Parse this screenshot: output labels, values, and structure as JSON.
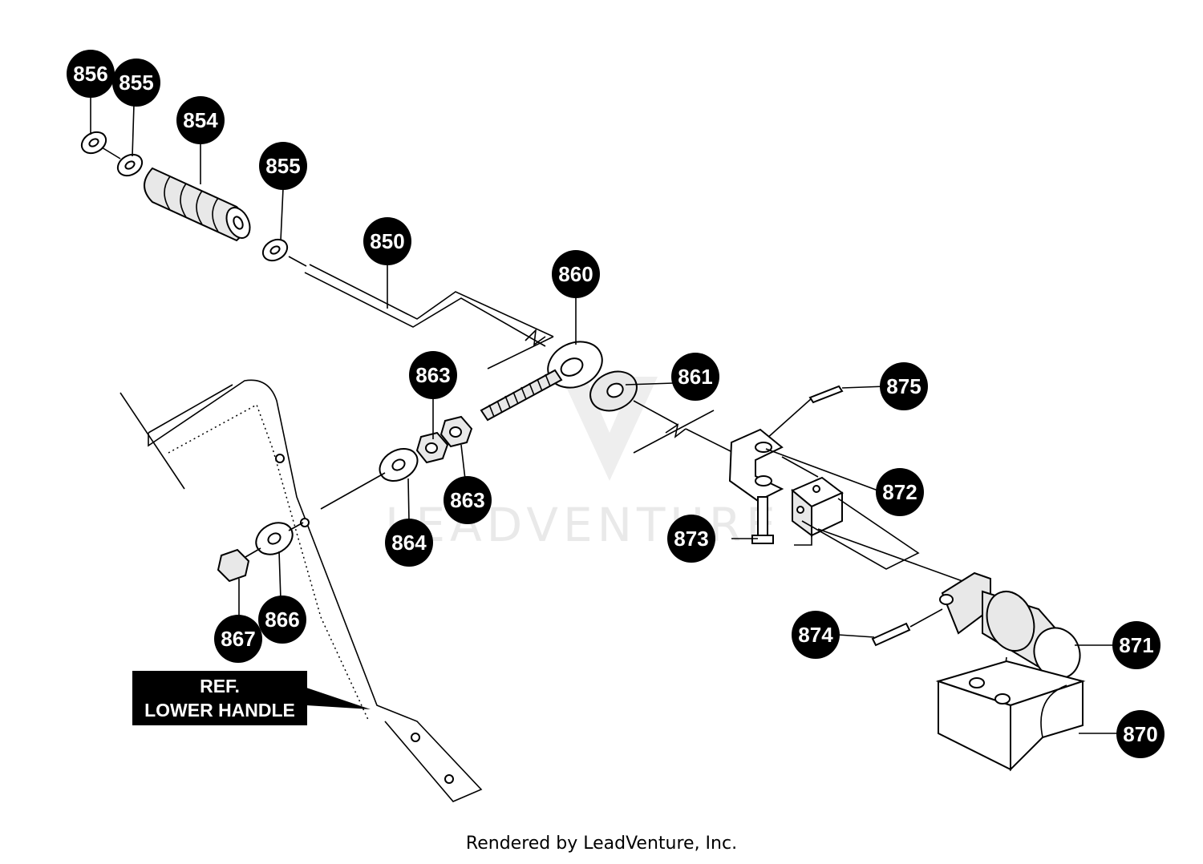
{
  "callouts": {
    "c856": "856",
    "c855a": "855",
    "c854": "854",
    "c855b": "855",
    "c850": "850",
    "c860": "860",
    "c863a": "863",
    "c861": "861",
    "c875": "875",
    "c863b": "863",
    "c872": "872",
    "c864": "864",
    "c873": "873",
    "c866": "866",
    "c867": "867",
    "c874": "874",
    "c871": "871",
    "c870": "870"
  },
  "reference_label": {
    "line1": "REF.",
    "line2": "LOWER HANDLE"
  },
  "watermark": "LEADVENTURE",
  "footer": "Rendered by LeadVenture, Inc."
}
